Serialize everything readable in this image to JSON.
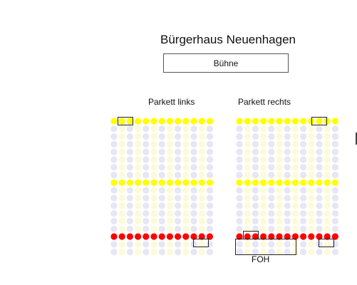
{
  "venue": {
    "title": "Bürgerhaus Neuenhagen",
    "stage_label": "Bühne",
    "foh_label": "FOH"
  },
  "blocks": [
    {
      "id": "links",
      "label": "Parkett links",
      "rows": 18,
      "seats_per_row": 13,
      "highlight_rows": {
        "yellow": [
          1,
          9
        ],
        "red": [
          16
        ]
      },
      "alt_row_tint": true
    },
    {
      "id": "rechts",
      "label": "Parkett rechts",
      "rows": 18,
      "seats_per_row": 13,
      "highlight_rows": {
        "yellow": [
          1,
          9
        ],
        "red": [
          16
        ]
      },
      "alt_row_tint": true
    }
  ],
  "colors": {
    "seat_default": "#e6e6f4",
    "seat_alt": "#fbfbd6",
    "seat_yellow": "#ffff00",
    "seat_red": "#ff0000"
  }
}
